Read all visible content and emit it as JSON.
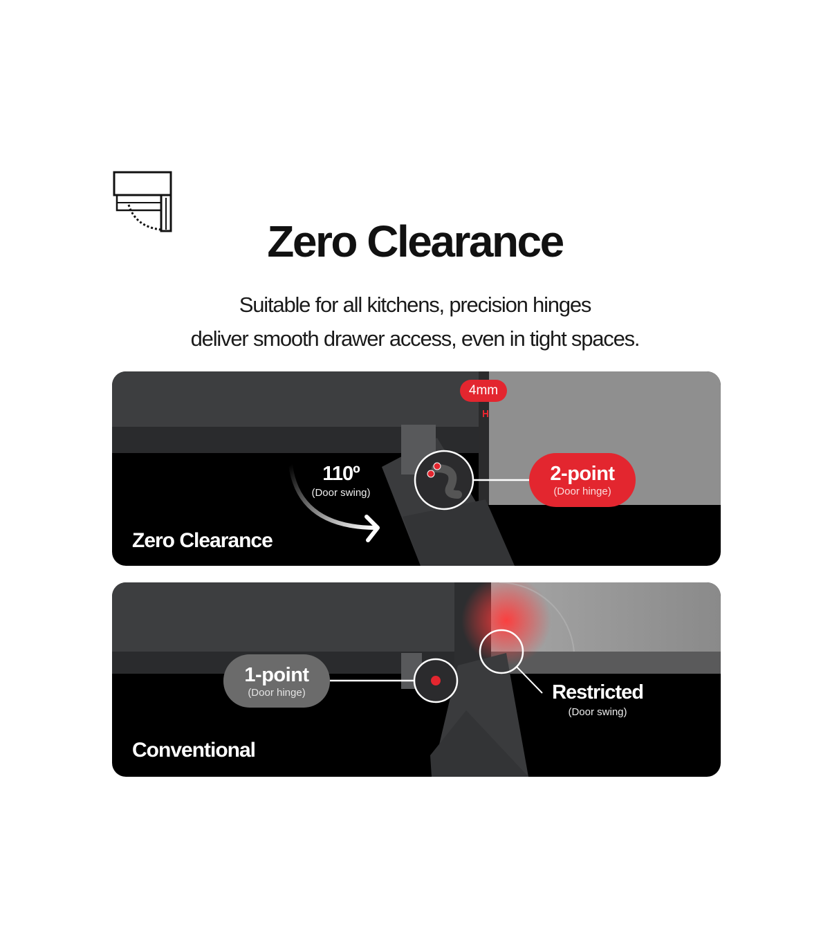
{
  "header": {
    "icon": "cabinet-hinge-icon",
    "title": "Zero Clearance",
    "subtitle_lines": [
      "Suitable for all kitchens, precision hinges",
      "deliver smooth drawer access, even in tight spaces."
    ]
  },
  "zero_panel": {
    "label": "Zero Clearance",
    "gap_badge": "4mm",
    "angle": "110º",
    "angle_caption": "(Door swing)",
    "hinge_title": "2-point",
    "hinge_caption": "(Door hinge)"
  },
  "conventional_panel": {
    "label": "Conventional",
    "hinge_title": "1-point",
    "hinge_caption": "(Door hinge)",
    "restricted_title": "Restricted",
    "restricted_caption": "(Door swing)"
  },
  "colors": {
    "accent_red": "#e3262f",
    "gray_pill": "#6b6b6b"
  }
}
